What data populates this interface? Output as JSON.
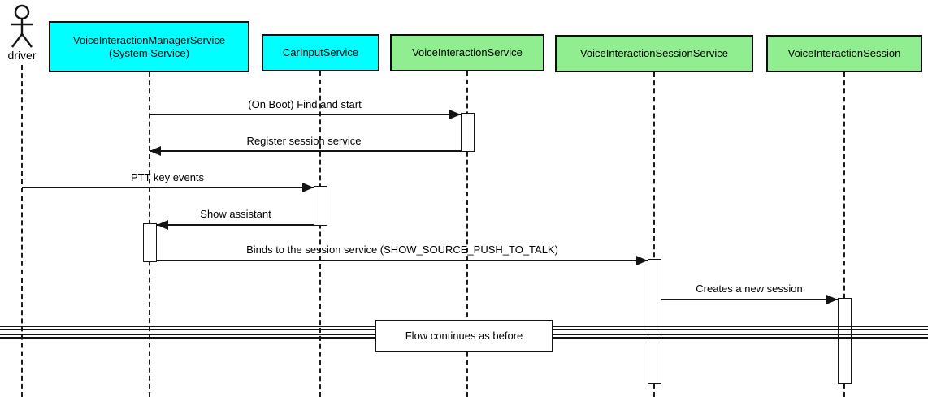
{
  "diagram": {
    "type": "uml-sequence",
    "colors": {
      "system_box": "#00FFFF",
      "service_box": "#90EE90",
      "line": "#141414",
      "background": "#FFFFFF"
    },
    "participants": [
      {
        "id": "driver",
        "kind": "actor",
        "label": "driver"
      },
      {
        "id": "voice-interaction-manager-service",
        "kind": "box",
        "line1": "VoiceInteractionManagerService",
        "line2": "(System Service)",
        "color": "#00FFFF"
      },
      {
        "id": "car-input-service",
        "kind": "box",
        "label": "CarInputService",
        "color": "#00FFFF"
      },
      {
        "id": "voice-interaction-service",
        "kind": "box",
        "label": "VoiceInteractionService",
        "color": "#90EE90"
      },
      {
        "id": "voice-interaction-session-service",
        "kind": "box",
        "label": "VoiceInteractionSessionService",
        "color": "#90EE90"
      },
      {
        "id": "voice-interaction-session",
        "kind": "box",
        "label": "VoiceInteractionSession",
        "color": "#90EE90"
      }
    ],
    "messages": [
      {
        "from": "voice-interaction-manager-service",
        "to": "voice-interaction-service",
        "label": "(On Boot) Find and start"
      },
      {
        "from": "voice-interaction-service",
        "to": "voice-interaction-manager-service",
        "label": "Register session service"
      },
      {
        "from": "driver",
        "to": "car-input-service",
        "label": "PTT key events"
      },
      {
        "from": "car-input-service",
        "to": "voice-interaction-manager-service",
        "label": "Show assistant"
      },
      {
        "from": "voice-interaction-manager-service",
        "to": "voice-interaction-session-service",
        "label": "Binds to the session service (SHOW_SOURCE_PUSH_TO_TALK)"
      },
      {
        "from": "voice-interaction-session-service",
        "to": "voice-interaction-session",
        "label": "Creates a new session"
      }
    ],
    "divider": {
      "label": "Flow continues as before"
    }
  }
}
